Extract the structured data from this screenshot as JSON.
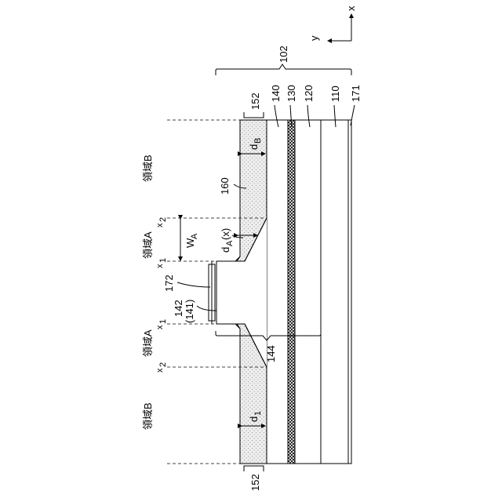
{
  "axes": {
    "x_label": "x",
    "y_label": "y"
  },
  "labels": {
    "l102": "102",
    "l152_top": "152",
    "l152_bottom": "152",
    "l140": "140",
    "l130": "130",
    "l120": "120",
    "l110": "110",
    "l171": "171",
    "l160": "160",
    "l172": "172",
    "l142": "142",
    "l141": "(141)",
    "l144": "144",
    "dB": "d",
    "dB_sub": "B",
    "dA": "d",
    "dA_sub": "A",
    "dA_arg": "(x)",
    "WA": "W",
    "WA_sub": "A",
    "d1": "d",
    "d1_sub": "1"
  },
  "regions": {
    "region_b": "領域B",
    "region_a": "領域A"
  },
  "positions": {
    "x1": "x",
    "x1_sub": "1",
    "x2": "x",
    "x2_sub": "2"
  }
}
